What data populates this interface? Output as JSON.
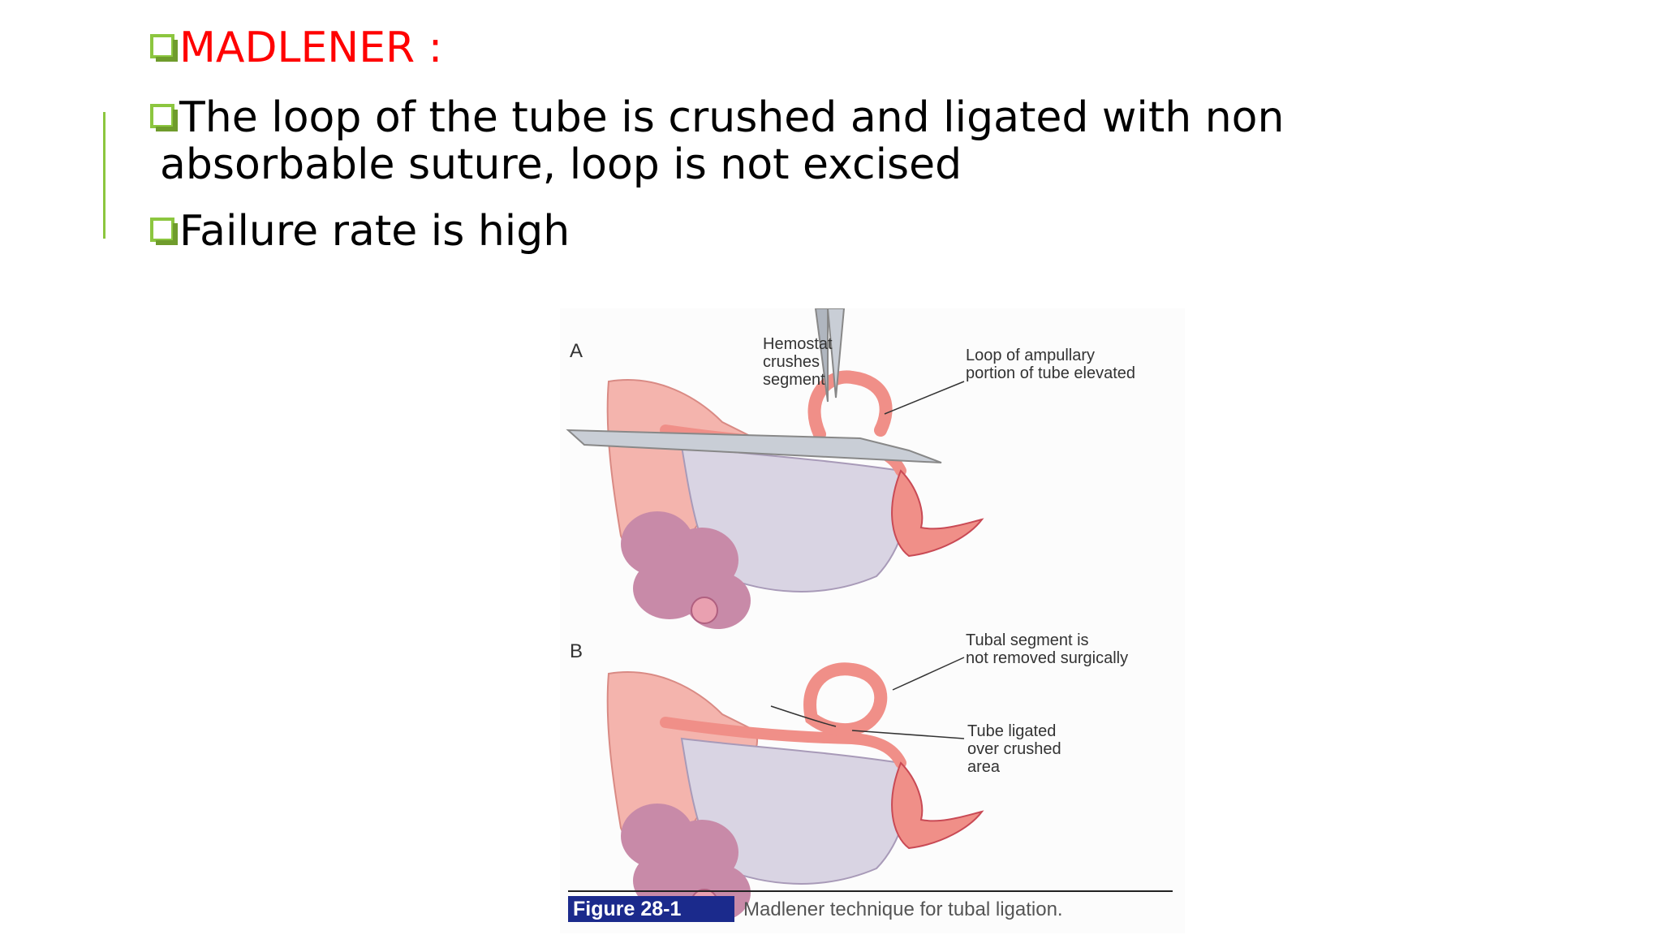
{
  "bullets": [
    {
      "text": "MADLENER :",
      "color": "#ff0000"
    },
    {
      "line1": "The loop of the tube is crushed and ligated with non",
      "line2": "absorbable suture, loop is not excised"
    },
    {
      "text": "Failure rate is high"
    }
  ],
  "figure": {
    "panel_a": {
      "letter": "A",
      "labels": {
        "hemostat": [
          "Hemostat",
          "crushes",
          "segment"
        ],
        "loop": [
          "Loop of ampullary",
          "portion of tube elevated"
        ]
      }
    },
    "panel_b": {
      "letter": "B",
      "labels": {
        "segment": [
          "Tubal segment is",
          "not removed surgically"
        ],
        "ligated": [
          "Tube ligated",
          "over crushed",
          "area"
        ]
      }
    },
    "caption": {
      "label": "Figure 28-1",
      "text": "Madlener technique for tubal ligation."
    }
  },
  "colors": {
    "accent_green": "#8cc63f",
    "title_red": "#ff0000",
    "caption_blue": "#1b2a8c",
    "tissue_pink": "#f4a8a2",
    "ovary_purple": "#c88aa8"
  }
}
